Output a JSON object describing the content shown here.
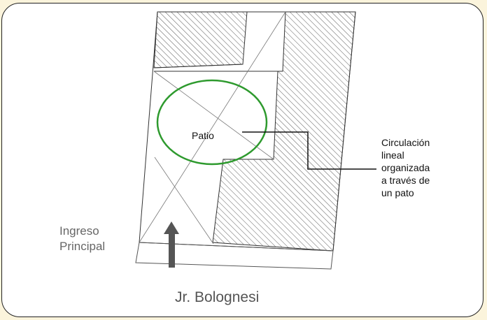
{
  "plan": {
    "patio_label": "Patio",
    "callout_lines": [
      "Circulación",
      "lineal",
      "organizada",
      "a través de",
      "un pato"
    ],
    "entrance_lines": [
      "Ingreso",
      "Principal"
    ],
    "street_label": "Jr. Bolognesi"
  },
  "colors": {
    "background": "#fbf4dc",
    "frame_border": "#222222",
    "patio_circle": "#2e9a2e",
    "hatch": "#333333",
    "arrow": "#555555"
  }
}
